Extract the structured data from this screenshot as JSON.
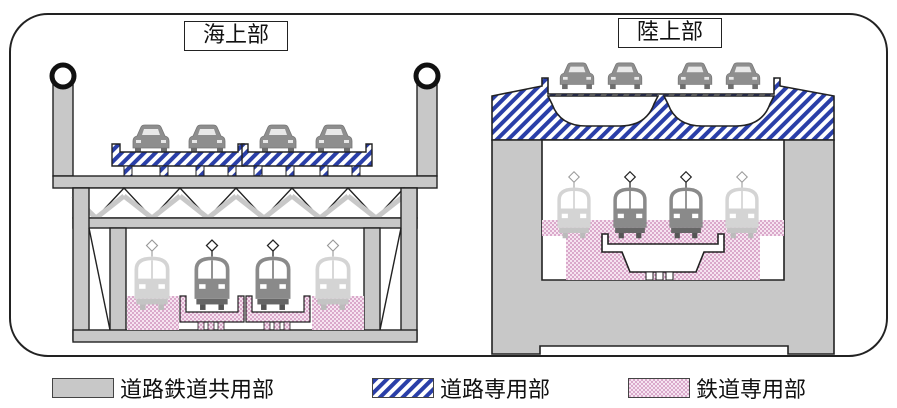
{
  "labels": {
    "sea": "海上部",
    "land": "陸上部"
  },
  "legend": [
    {
      "label": "道路鉄道共用部",
      "pattern": "gray"
    },
    {
      "label": "道路専用部",
      "pattern": "hatch"
    },
    {
      "label": "鉄道専用部",
      "pattern": "dots"
    }
  ],
  "colors": {
    "shared_gray": "#c8c8c8",
    "road_blue": "#2a3fa8",
    "rail_pink": "#c67fb0",
    "steel_gray": "#9e9e9e",
    "outline": "#222222"
  }
}
